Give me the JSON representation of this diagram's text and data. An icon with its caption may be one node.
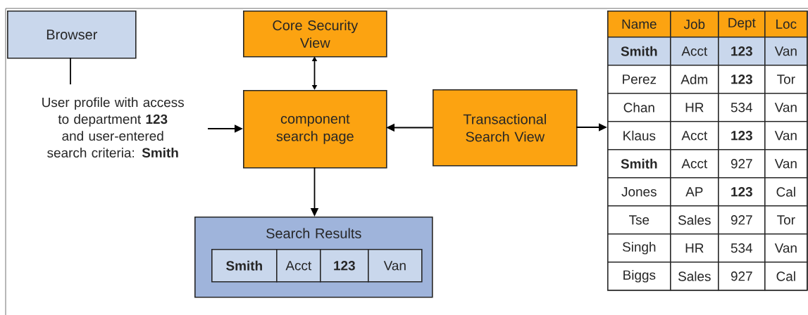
{
  "diagram": {
    "nodes": [
      {
        "text": [
          "Browser"
        ]
      },
      {
        "text": [
          "Core Security View"
        ]
      },
      {
        "text": [
          "component search page"
        ]
      },
      {
        "text": [
          "Transactional Search View"
        ]
      },
      {
        "text": [
          "Search Results"
        ]
      },
      {
        "text": [
          "User profile with access to department **123** and user-entered search criteria: **Smith**"
        ]
      },
      {
        "text": [],
        "shape": "box"
      }
    ],
    "edges": [
      {
        "from": 0,
        "to": 5,
        "arrow": "none"
      },
      {
        "from": 5,
        "to": 2,
        "arrow": "to"
      },
      {
        "from": 1,
        "to": 2,
        "arrow": "both"
      },
      {
        "from": 3,
        "to": 2,
        "arrow": "to"
      },
      {
        "from": 3,
        "to": 6,
        "arrow": "to"
      },
      {
        "from": 2,
        "to": 4,
        "arrow": "to"
      }
    ],
    "labels": [
      "Name",
      "Job",
      "Dept",
      "Loc",
      "**Smith**",
      "Acct",
      "**123**",
      "Van",
      "Perez",
      "Adm",
      "**123**",
      "Tor",
      "Chan",
      "HR",
      "534",
      "Van",
      "Klaus",
      "Acct",
      "**123**",
      "Van",
      "**Smith**",
      "Acct",
      "927",
      "Van",
      "Jones",
      "AP",
      "**123**",
      "Cal",
      "Tse",
      "Sales",
      "927",
      "Tor",
      "Singh",
      "HR",
      "534",
      "Van",
      "Biggs",
      "Sales",
      "927",
      "Cal",
      "**Smith**",
      "Acct",
      "**123**",
      "Van"
    ]
  }
}
